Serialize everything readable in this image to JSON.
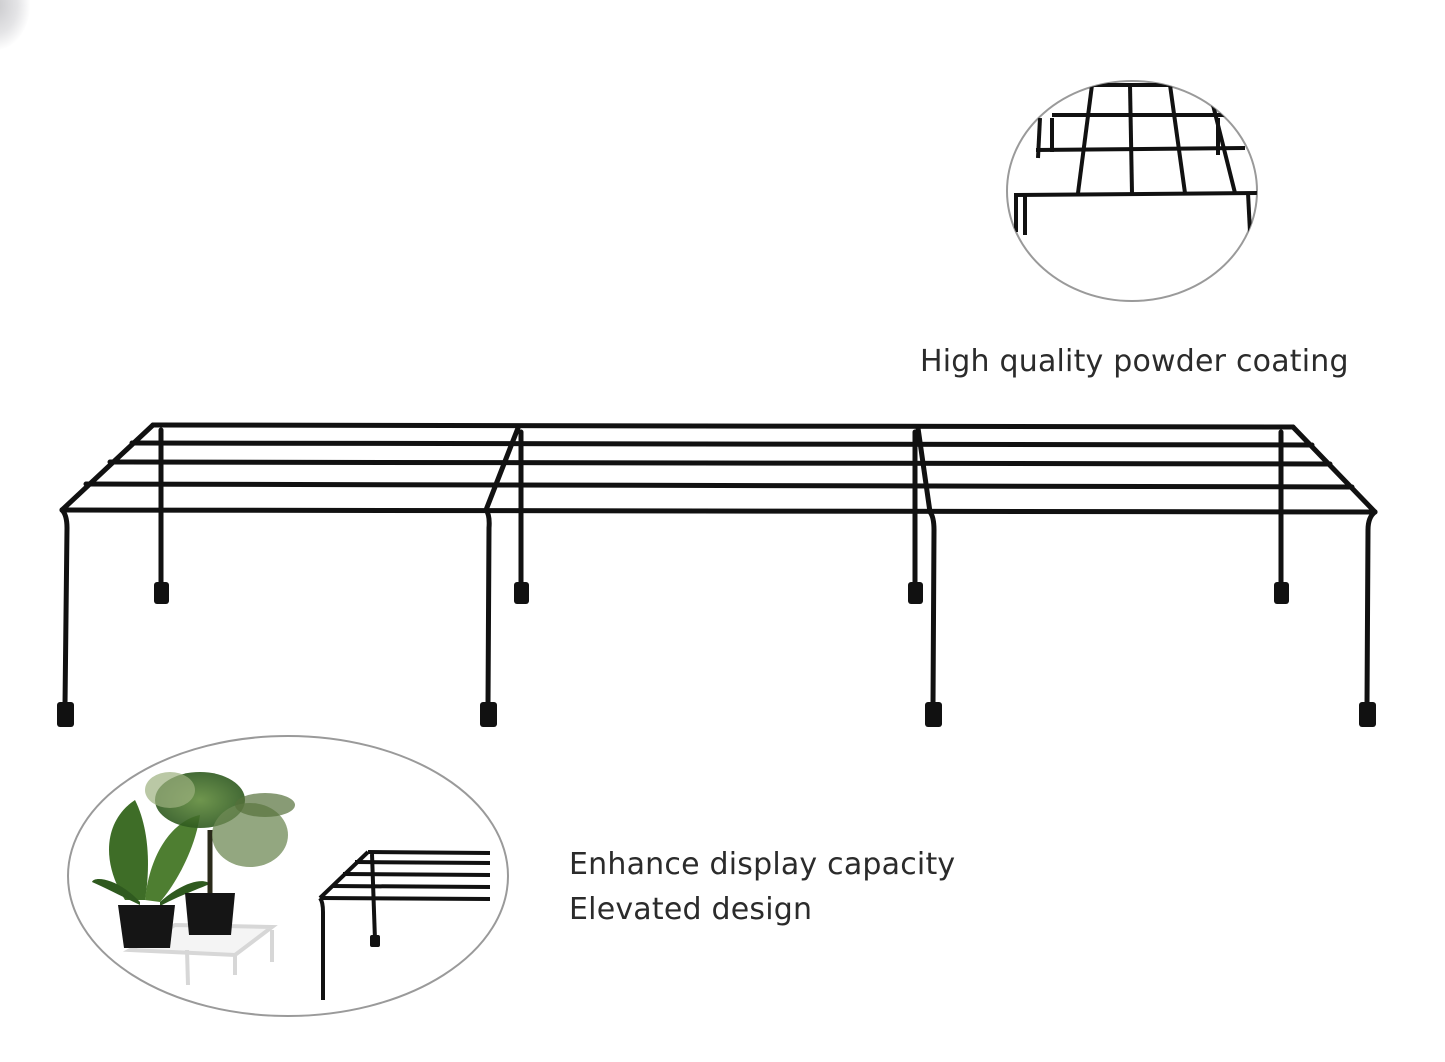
{
  "captions": {
    "coating": "High quality powder coating",
    "display_line1": "Enhance display capacity",
    "display_line2": "Elevated design"
  },
  "colors": {
    "frame": "#111111",
    "circle_border": "#9a9a9a",
    "text": "#2b2b2b",
    "leaf": "#3d6b2a",
    "pot": "#151515"
  },
  "icons": {
    "main": "plant-stand-frame",
    "detail": "powder-coated-grid-detail",
    "usage": "potted-plants-on-stand"
  }
}
